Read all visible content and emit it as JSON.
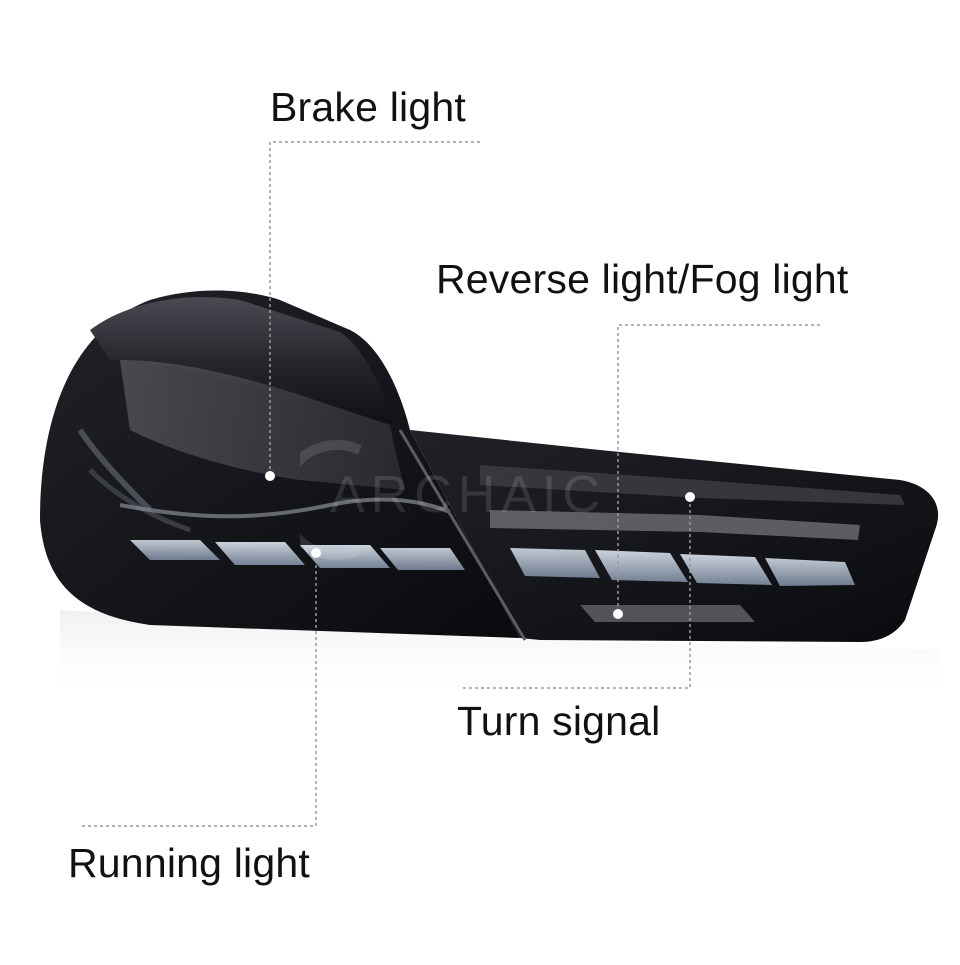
{
  "labels": {
    "brake": "Brake light",
    "reverse_fog": "Reverse light/Fog light",
    "turn": "Turn signal",
    "running": "Running light"
  },
  "watermark": {
    "text": "ARCHAIC"
  },
  "colors": {
    "background": "#ffffff",
    "lens_dark": "#15171c",
    "lens_smoke": "#2a2c33",
    "led_blue": "#b9c6d8",
    "leader_line": "#9a9a9a",
    "label_text": "#111111"
  }
}
